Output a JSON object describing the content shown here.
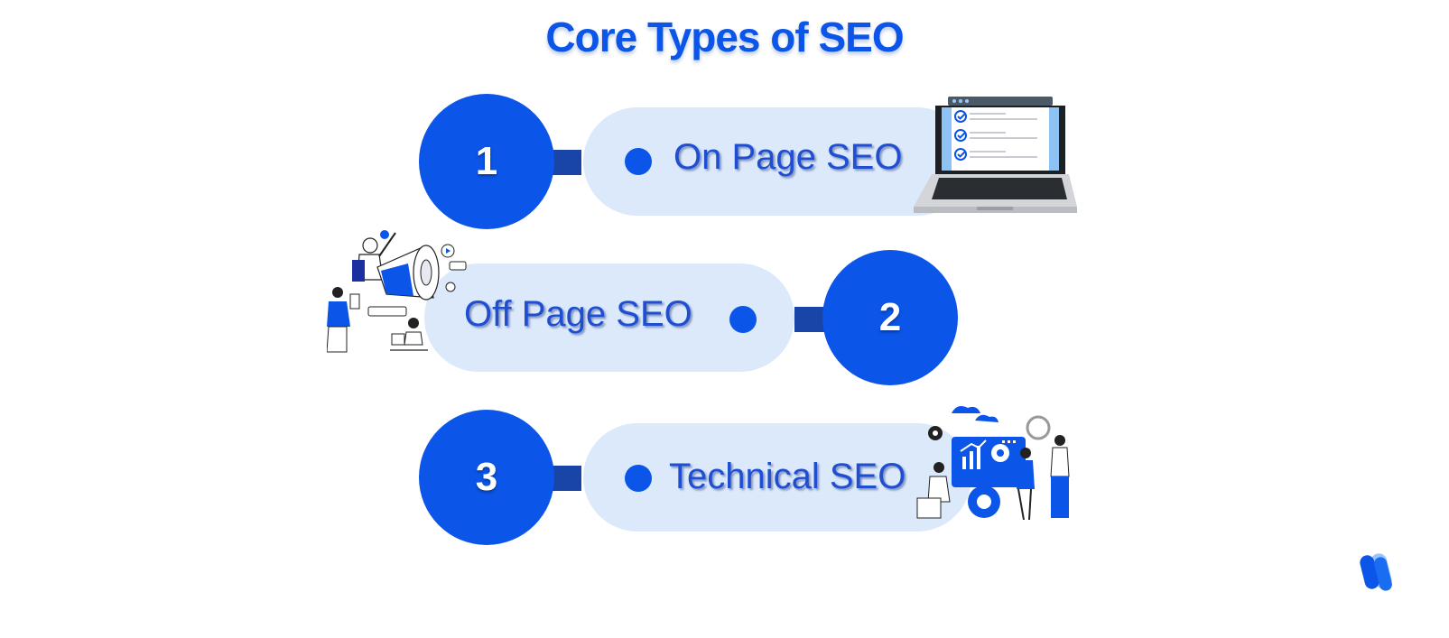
{
  "title": "Core Types of SEO",
  "items": [
    {
      "number": "1",
      "label": "On Page SEO",
      "illustration": "laptop-checklist-icon"
    },
    {
      "number": "2",
      "label": "Off Page SEO",
      "illustration": "megaphone-marketing-icon"
    },
    {
      "number": "3",
      "label": "Technical SEO",
      "illustration": "analytics-team-icon"
    }
  ],
  "logo": "brand-logo-icon",
  "colors": {
    "primary": "#0b55e9",
    "pill": "#dbe9fb",
    "connector": "#1a45a8",
    "label": "#1f4fd0"
  }
}
